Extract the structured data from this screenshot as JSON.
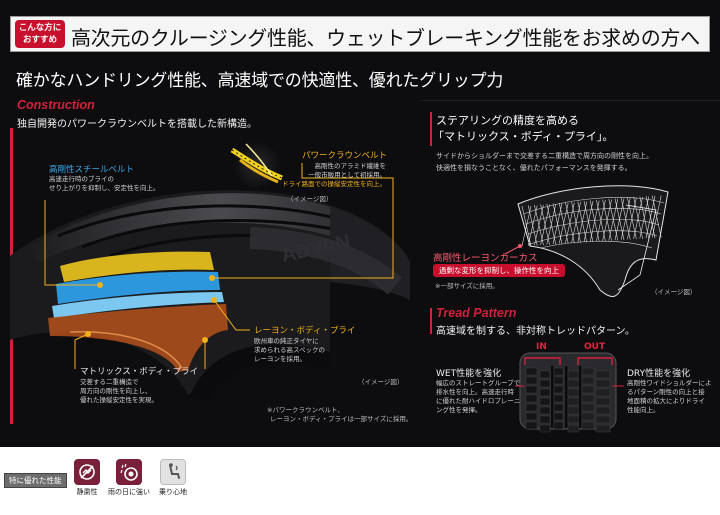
{
  "header": {
    "badge_line1": "こんな方に",
    "badge_line2": "おすすめ",
    "title": "高次元のクルージング性能、ウェットブレーキング性能をお求めの方へ"
  },
  "subhead": "確かなハンドリング性能、高速域での快適性、優れたグリップ力",
  "construction": {
    "label_en": "Construction",
    "desc": "独自開発のパワークラウンベルトを搭載した新構造。",
    "steel_belt": {
      "title": "高剛性スチールベルト",
      "line1": "高速走行時のブライの",
      "line2": "せり上がりを抑制し、安定性を向上。"
    },
    "power_crown": {
      "title": "パワークラウンベルト",
      "line1": "高剛性のアラミド繊維を",
      "line2": "一般市販用として初採用。",
      "line3": "ドライ路面での操縦安定性を向上。"
    },
    "image_note_1": "（イメージ図）",
    "rayon_ply": {
      "title": "レーヨン・ボディ・プライ",
      "line1": "欧州車の純正タイヤに",
      "line2": "求められる高スペックの",
      "line3": "レーヨンを採用。"
    },
    "matrix_ply": {
      "title": "マトリックス・ボディ・プライ",
      "line1": "交差する二重構造で",
      "line2": "周方向の剛性を向上し、",
      "line3": "優れた操縦安定性を実現。"
    },
    "image_note_2": "（イメージ図）",
    "footnote_line1": "※パワークラウンベルト、",
    "footnote_line2": "レーヨン・ボディ・プライは一部サイズに採用。",
    "sidewall_text": "ADVAN"
  },
  "steering": {
    "title_line1": "ステアリングの精度を高める",
    "title_line2": "「マトリックス・ボディ・プライ」。",
    "desc_line1": "サイドからショルダーまで交差する二重構造で周方向の剛性を向上。",
    "desc_line2": "快適性を損なうことなく、優れたパフォーマンスを発揮する。",
    "carcass_label": "高剛性レーヨンカーカス",
    "carcass_pill": "過剰な変形を抑制し、操作性を向上",
    "carcass_note": "※一部サイズに採用。",
    "image_note": "（イメージ図）"
  },
  "tread": {
    "label_en": "Tread Pattern",
    "desc": "高速域を制する、非対称トレッドパターン。",
    "in_label": "IN",
    "out_label": "OUT",
    "wet": {
      "title": "WET性能を強化",
      "line1": "幅広のストレートグルーブで",
      "line2": "排水性を向上。高速走行時",
      "line3": "に優れた耐ハイドロプレーニ",
      "line4": "ング性を発揮。"
    },
    "dry": {
      "title": "DRY性能を強化",
      "line1": "高剛性ワイドショルダーによ",
      "line2": "るパターン剛性の向上と接",
      "line3": "地面積の拡大によりドライ",
      "line4": "性能向上。"
    }
  },
  "footer": {
    "features_label": "特に優れた性能",
    "features": [
      {
        "icon": "quiet-icon",
        "label": "静粛性",
        "color": "#7a1f3a"
      },
      {
        "icon": "rain-tire-icon",
        "label": "雨の日に強い",
        "color": "#7a1f3a"
      },
      {
        "icon": "seat-comfort-icon",
        "label": "乗り心地",
        "color": "#e2e2e2"
      }
    ]
  },
  "colors": {
    "panel_bg": "#0d0d10",
    "accent_red": "#c8102e",
    "section_red": "#d2213b",
    "callout_yellow": "#f2b21b",
    "steel_blue": "#3aa6e8",
    "carcass_orange": "#c8571c"
  }
}
